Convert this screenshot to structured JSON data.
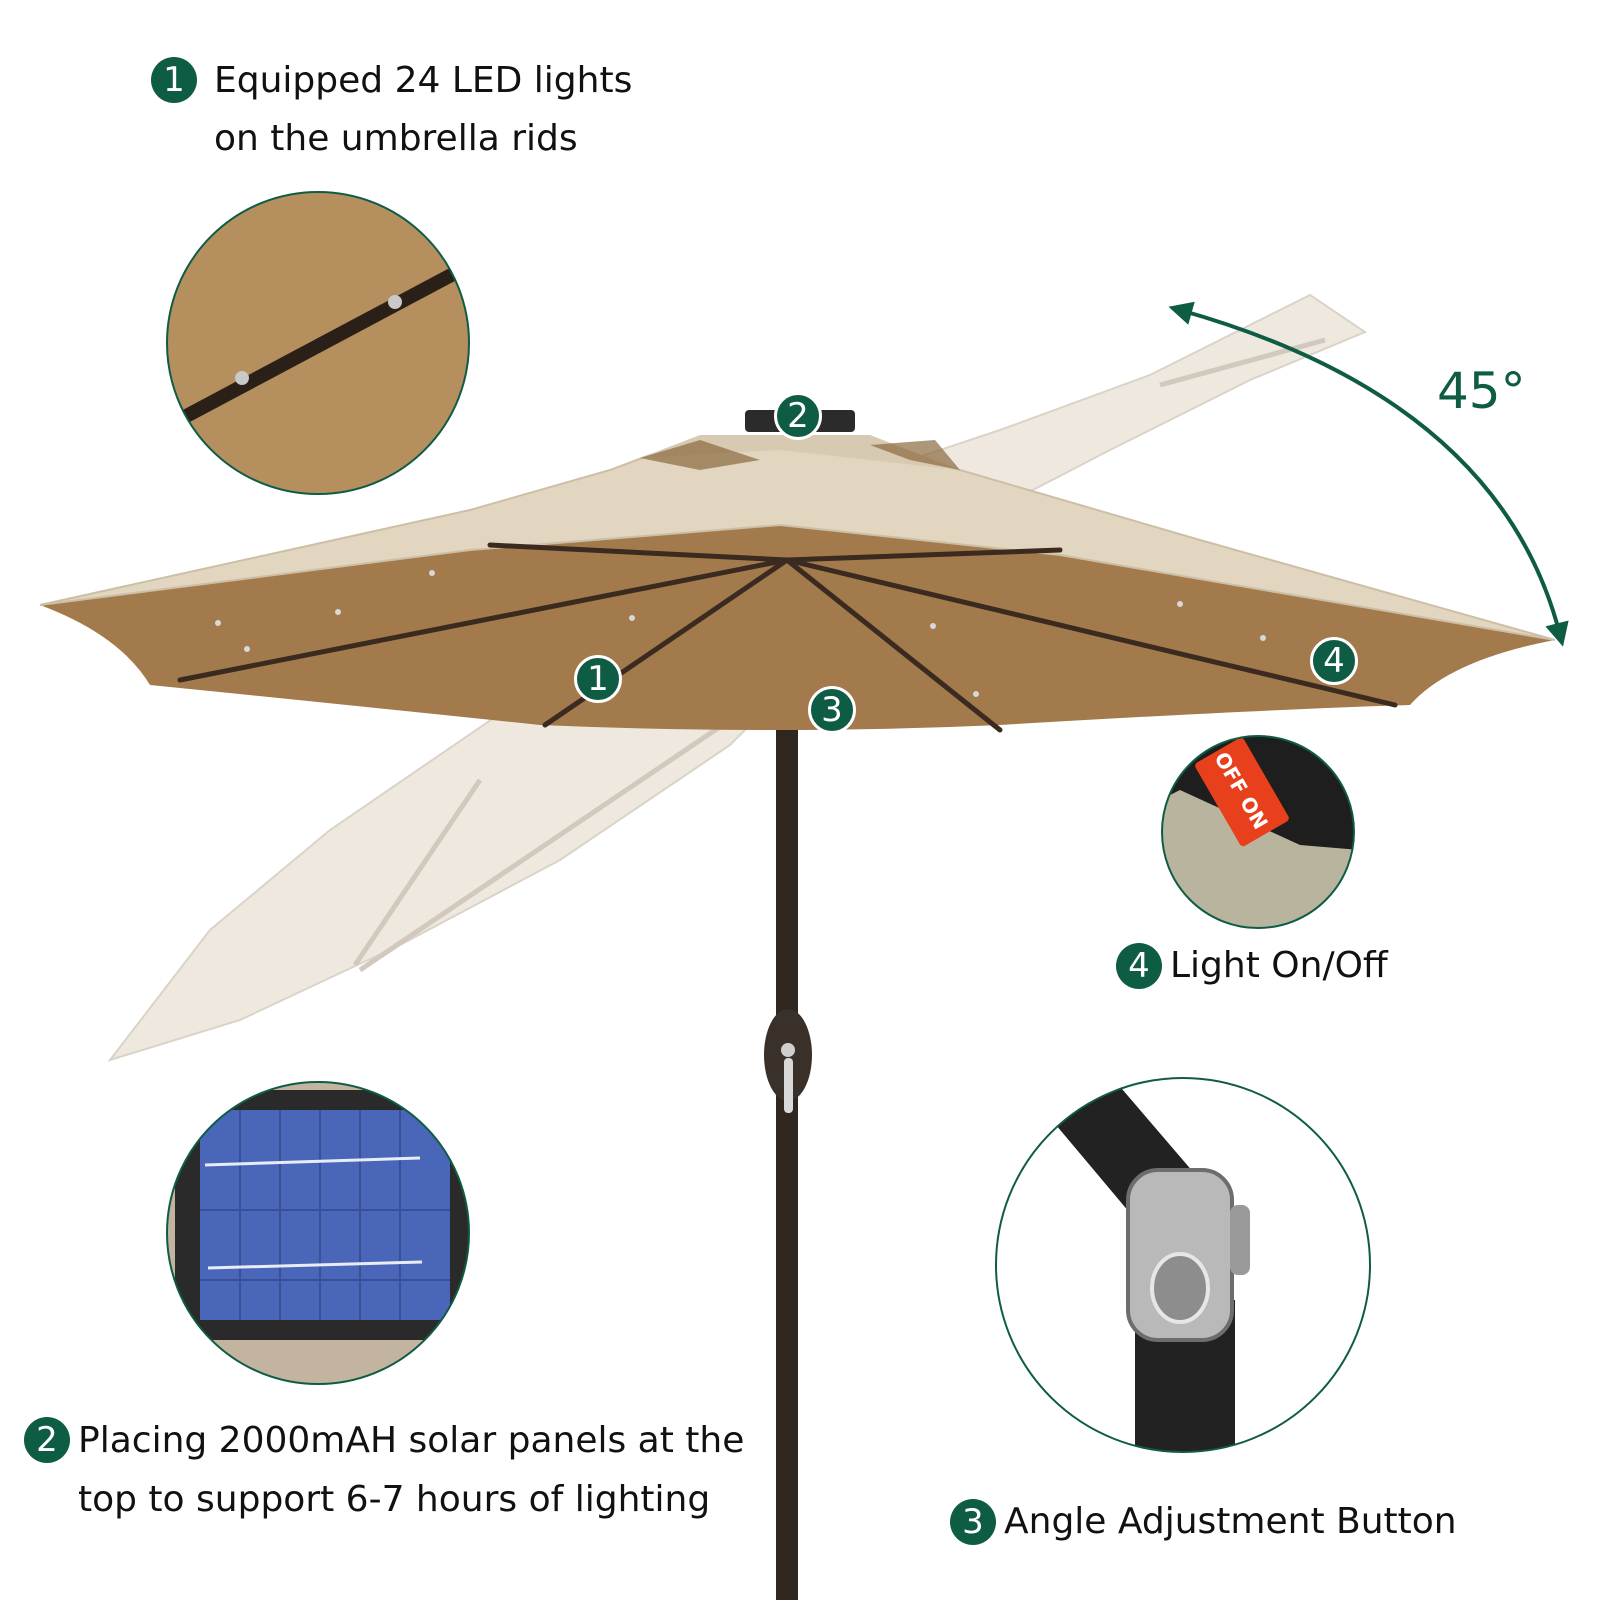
{
  "colors": {
    "accent": "#0f5c45",
    "canopy_top": "#e2d6c1",
    "canopy_under": "#a27a4c",
    "pole": "#2f2620"
  },
  "angle_label": "45°",
  "features": [
    {
      "number": "1",
      "lines": [
        "Equipped 24 LED lights",
        "on the umbrella rids"
      ]
    },
    {
      "number": "2",
      "lines": [
        "Placing 2000mAH solar panels at the",
        "top to support 6-7 hours of lighting"
      ]
    },
    {
      "number": "3",
      "lines": [
        "Angle Adjustment Button"
      ]
    },
    {
      "number": "4",
      "lines": [
        "Light On/Off"
      ]
    }
  ],
  "switch_labels": {
    "off": "OFF",
    "on": "ON"
  }
}
